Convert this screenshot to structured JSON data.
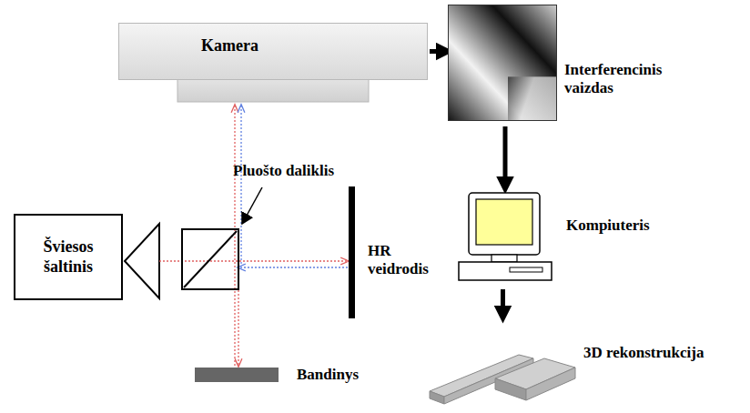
{
  "diagram": {
    "nodes": [
      {
        "text": [
          "Kamera"
        ]
      },
      {
        "text": [
          "Interferencinis vaizdas"
        ]
      },
      {
        "text": [
          "Šviesos šaltinis"
        ]
      },
      {
        "text": [
          "Kompiuteris"
        ]
      },
      {
        "text": [
          "3D rekonstrukcija"
        ]
      }
    ],
    "edges": [
      {
        "from": 0,
        "to": 1,
        "arrow": "to"
      },
      {
        "from": 1,
        "to": 3,
        "arrow": "to"
      },
      {
        "from": 3,
        "to": 4,
        "arrow": "to"
      }
    ],
    "labels": [
      "Pluošto daliklis",
      "HR veidrodis",
      "Bandinys"
    ]
  }
}
